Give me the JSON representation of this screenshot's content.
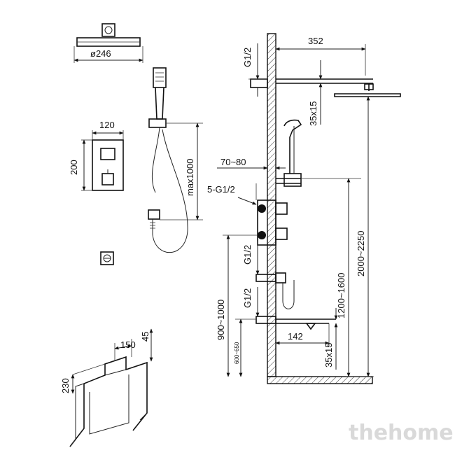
{
  "dimensions": {
    "head_diameter": "ø246",
    "valve_width": "120",
    "valve_height": "200",
    "hose_length": "max1000",
    "arm_length": "352",
    "thread_top": "G1/2",
    "arm_height": "35x15",
    "wall_offset": "70~80",
    "valve_threads": "5-G1/2",
    "thread_mid": "G1/2",
    "thread_low": "G1/2",
    "valve_install_height": "900~1000",
    "outlet_height_small": "600~650",
    "shelf_depth": "142",
    "shelf_height": "35x15",
    "holder_height": "1200~1600",
    "head_height": "2000~2250",
    "box_height": "230",
    "box_width": "150",
    "box_depth": "45"
  },
  "watermark": "thehome"
}
